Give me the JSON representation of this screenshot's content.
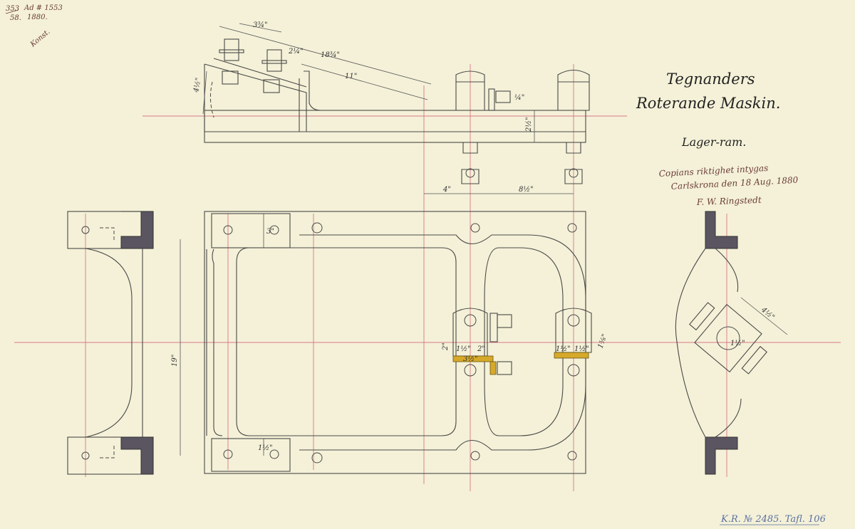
{
  "title": {
    "line1": "Tegnanders",
    "line2": "Roterande Maskin.",
    "subtitle": "Lager-ram."
  },
  "certification": {
    "line1": "Copians riktighet intygas",
    "line2": "Carlskrona den 18 Aug. 1880",
    "line3": "F. W. Ringstedt"
  },
  "corner_notes": {
    "fraction_top": "353",
    "fraction_bottom": "58.",
    "ad_ref": "Ad # 1553",
    "year": "1880.",
    "initials": "Konst."
  },
  "archive_ref": "K.R. № 2485. Tafl. 106",
  "dimensions": {
    "top_3_3_4": "3¾\"",
    "top_2_1_4": "2¼\"",
    "top_18_3_4": "18¾\"",
    "top_11": "11\"",
    "top_4_1_2": "4½\"",
    "top_2_1_2": "2½\"",
    "top_1_4": "¼\"",
    "span_4": "4\"",
    "span_8_1_2": "8½\"",
    "plan_3": "3\"",
    "plan_19": "19\"",
    "plan_1_1_2": "1½\"",
    "bearing_2_v": "2\"",
    "bearing_1_1_2_a": "1½\"",
    "bearing_2_h": "2\"",
    "bearing_3_1_2": "3½\"",
    "bearing_1_1_2_b": "1½\"",
    "bearing_1_1_2_c": "1½\"",
    "bearing_1_5_8": "1⅝\"",
    "side_4_1_2": "4½\"",
    "side_1_1_2": "1½\""
  },
  "colors": {
    "paper": "#f4f1d8",
    "pencil": "#4a4a48",
    "centerline": "#d9788a",
    "brass": "#d6a92a",
    "iron": "#5a5560"
  }
}
